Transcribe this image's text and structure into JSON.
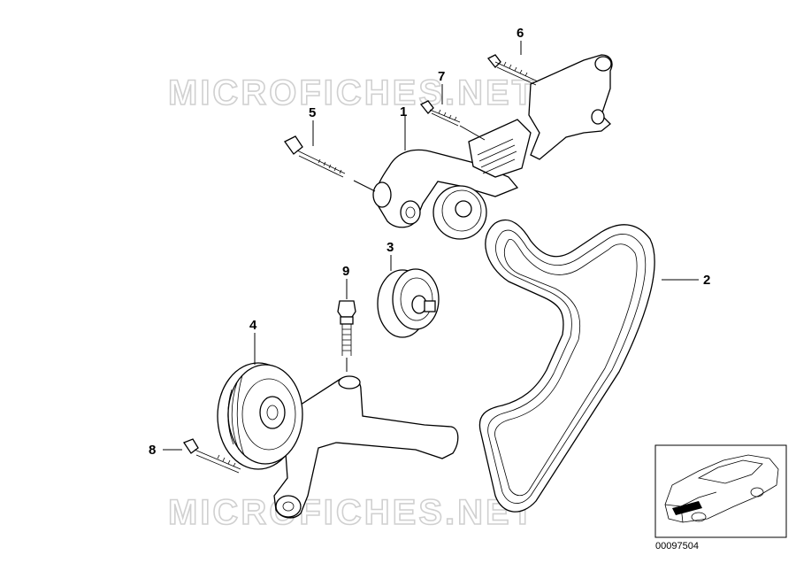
{
  "watermarks": [
    "MICROFICHES.NET",
    "MICROFICHES.NET"
  ],
  "callouts": [
    {
      "id": "1",
      "label": "1"
    },
    {
      "id": "2",
      "label": "2"
    },
    {
      "id": "3",
      "label": "3"
    },
    {
      "id": "4",
      "label": "4"
    },
    {
      "id": "5",
      "label": "5"
    },
    {
      "id": "6",
      "label": "6"
    },
    {
      "id": "7",
      "label": "7"
    },
    {
      "id": "8",
      "label": "8"
    },
    {
      "id": "9",
      "label": "9"
    }
  ],
  "reference_number": "00097504"
}
